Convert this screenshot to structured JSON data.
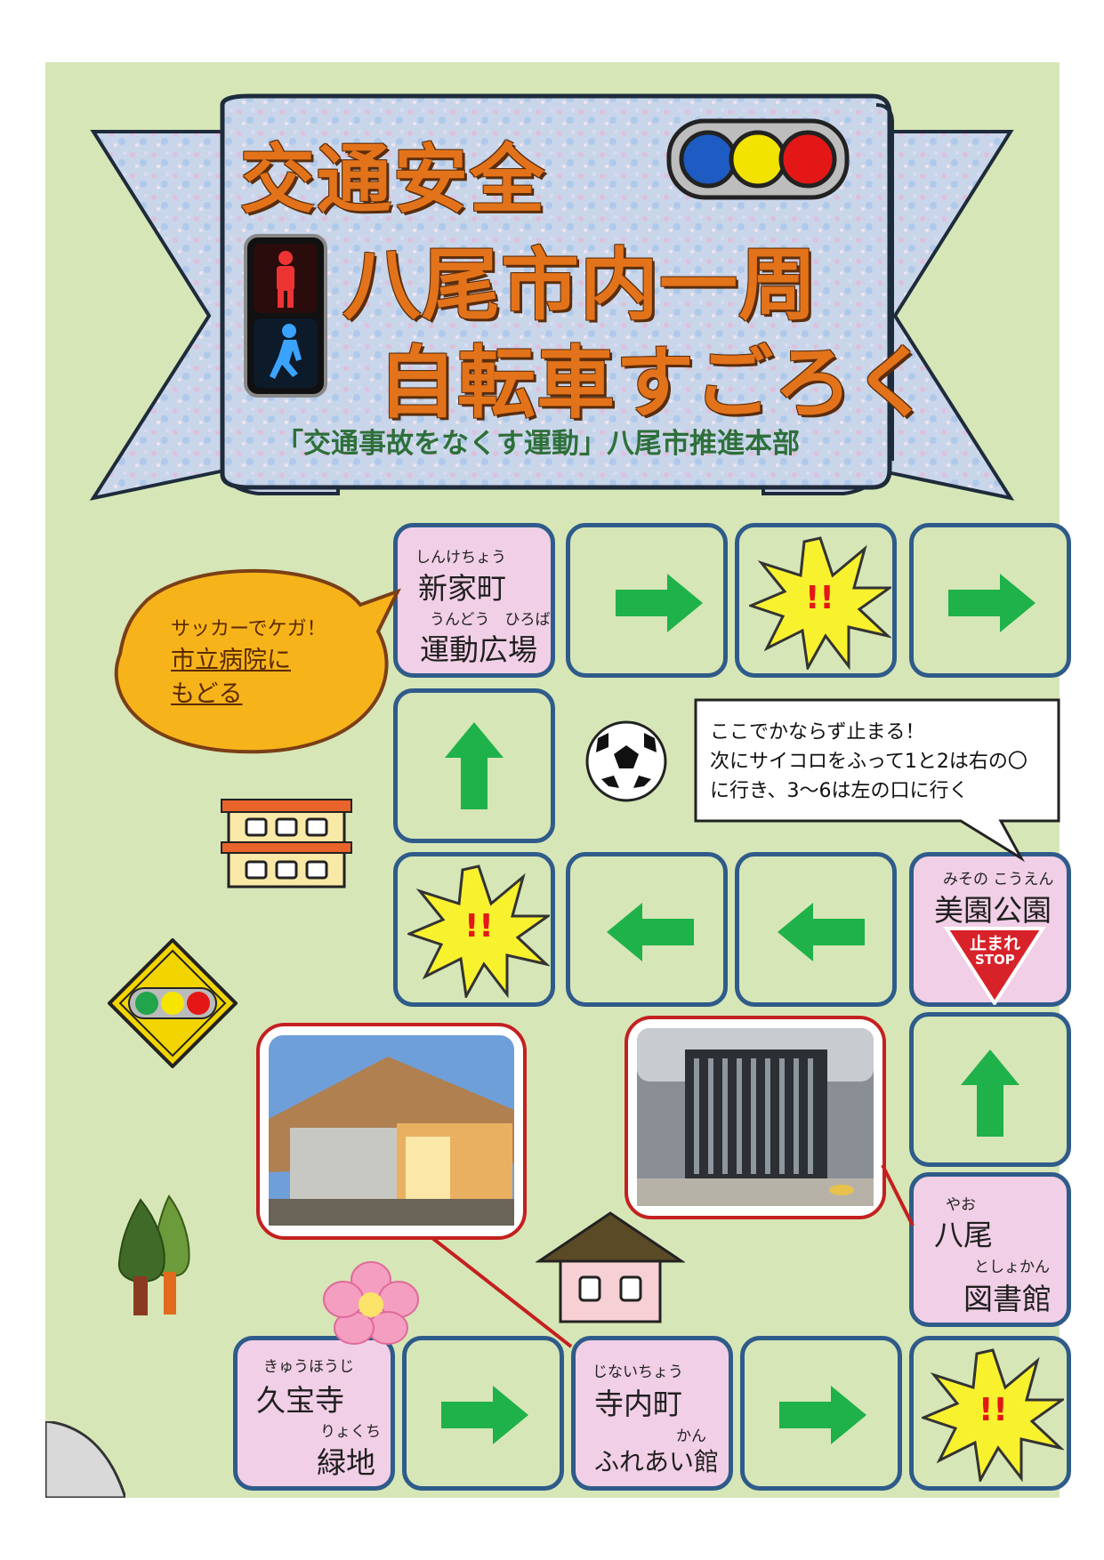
{
  "header": {
    "title_line1": "交通安全",
    "title_line2": "八尾市内一周",
    "title_line3": "自転車すごろく",
    "organizer": "「交通事故をなくす運動」八尾市推進本部"
  },
  "squares": {
    "shinkecho": {
      "ruby1": "しんけちょう",
      "name1": "新家町",
      "ruby2": "うんどう　ひろば",
      "name2": "運動広場"
    },
    "misono": {
      "ruby": "みその こうえん",
      "name": "美園公園",
      "stop_sign": "止まれ",
      "stop_en": "STOP"
    },
    "yao_library": {
      "ruby1": "やお",
      "name1": "八尾",
      "ruby2": "としょかん",
      "name2": "図書館"
    },
    "kyuhoji": {
      "ruby1": "きゅうほうじ",
      "name1": "久宝寺",
      "ruby2": "りょくち",
      "name2": "緑地"
    },
    "jinaicho": {
      "ruby1": "じないちょう",
      "name1": "寺内町",
      "ruby2": "かん",
      "name2": "ふれあい館"
    }
  },
  "event_symbol": "!!",
  "penalty_bubble": {
    "line1": "サッカーでケガ！",
    "line2": "市立病院に",
    "line3": "もどる"
  },
  "stop_note": {
    "line1": "ここでかならず止まる！",
    "line2": "次にサイコロをふって1と2は右の〇",
    "line3": "に行き、3～6は左の口に行く"
  },
  "colors": {
    "background": "#d6e6b7",
    "square_border": "#2f5b8a",
    "place_square": "#f1cfe6",
    "arrow": "#1fb24a",
    "title": "#e3731a",
    "subtitle": "#2e6f3a",
    "bubble": "#f7b31a"
  },
  "icons": [
    "traffic-light-icon",
    "pedestrian-signal-icon",
    "soccer-ball-icon",
    "building-icon",
    "signal-ahead-sign-icon",
    "tree-icon",
    "flower-icon",
    "house-icon",
    "explosion-icon",
    "arrow-icon"
  ]
}
